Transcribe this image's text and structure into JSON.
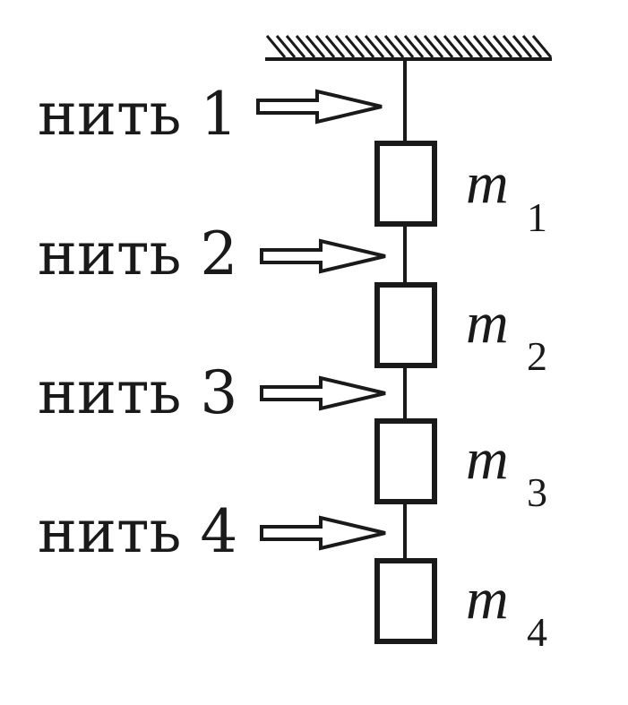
{
  "threads": [
    {
      "label": "нить 1"
    },
    {
      "label": "нить 2"
    },
    {
      "label": "нить 3"
    },
    {
      "label": "нить 4"
    }
  ],
  "masses": [
    {
      "symbol": "m",
      "index": "1"
    },
    {
      "symbol": "m",
      "index": "2"
    },
    {
      "symbol": "m",
      "index": "3"
    },
    {
      "symbol": "m",
      "index": "4"
    }
  ],
  "colors": {
    "ink": "#1a1a1a",
    "background": "#ffffff"
  }
}
